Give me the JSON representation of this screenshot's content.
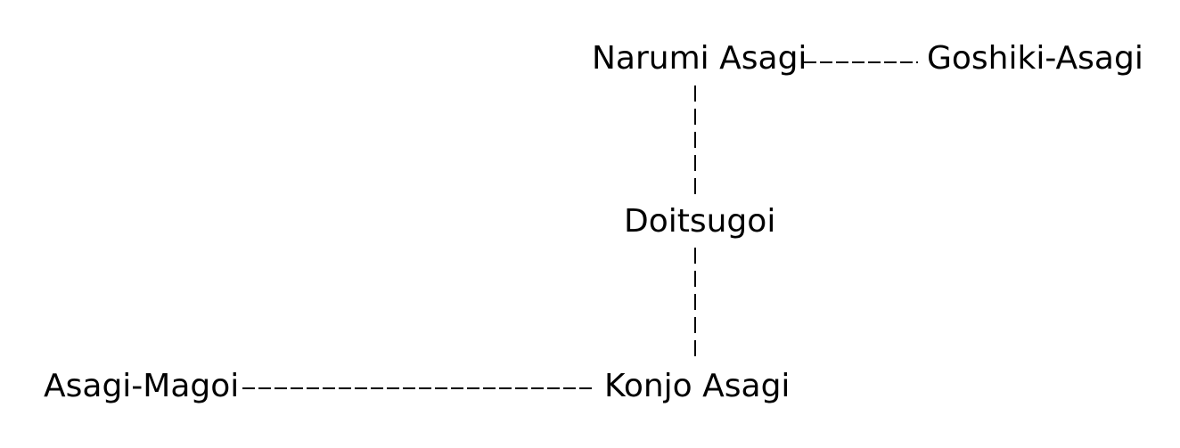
{
  "nodes": {
    "narumi_asagi": "Narumi Asagi",
    "goshiki_asagi": "Goshiki-Asagi",
    "doitsugoi": "Doitsugoi",
    "konjo_asagi": "Konjo Asagi",
    "asagi_magoi": "Asagi-Magoi"
  },
  "edges": [
    {
      "from": "Narumi Asagi",
      "to": "Goshiki-Asagi",
      "style": "dashed"
    },
    {
      "from": "Narumi Asagi",
      "to": "Doitsugoi",
      "style": "dashed"
    },
    {
      "from": "Doitsugoi",
      "to": "Konjo Asagi",
      "style": "dashed"
    },
    {
      "from": "Asagi-Magoi",
      "to": "Konjo Asagi",
      "style": "dashed"
    }
  ],
  "colors": {
    "text": "#000000",
    "line": "#000000",
    "background": "#ffffff"
  }
}
